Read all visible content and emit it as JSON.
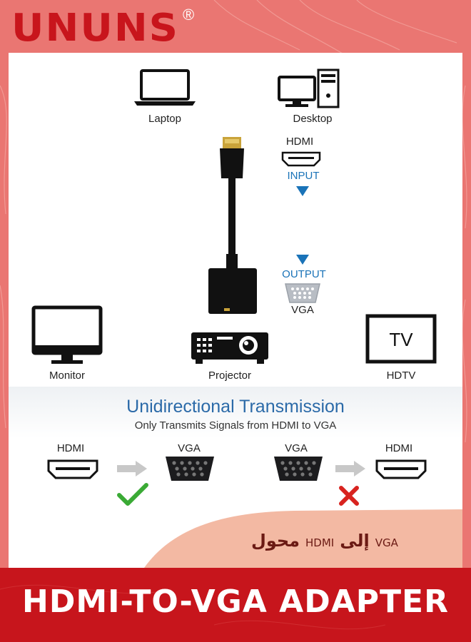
{
  "brand": {
    "name": "UNUNS",
    "registered": "®"
  },
  "devices_top": {
    "laptop": "Laptop",
    "desktop": "Desktop"
  },
  "input_side": {
    "port": "HDMI",
    "label": "INPUT"
  },
  "output_side": {
    "label": "OUTPUT",
    "port": "VGA"
  },
  "devices_bottom": {
    "monitor": "Monitor",
    "projector": "Projector",
    "hdtv": "HDTV",
    "tv_screen_text": "TV"
  },
  "transmission": {
    "title": "Unidirectional Transmission",
    "subtitle": "Only Transmits Signals from HDMI to VGA",
    "allowed": {
      "from": "HDMI",
      "to": "VGA",
      "status": "check"
    },
    "blocked": {
      "from": "VGA",
      "to": "HDMI",
      "status": "cross"
    }
  },
  "arabic_line": {
    "word1": "محول",
    "word2": "HDMI",
    "word3": "إلى",
    "word4": "VGA"
  },
  "banner": {
    "text": "HDMI-TO-VGA ADAPTER"
  },
  "colors": {
    "brand_red": "#c8151c",
    "accent_blue": "#1a73b8",
    "background_salmon": "#e8706c",
    "banner_red": "#c7151c"
  }
}
